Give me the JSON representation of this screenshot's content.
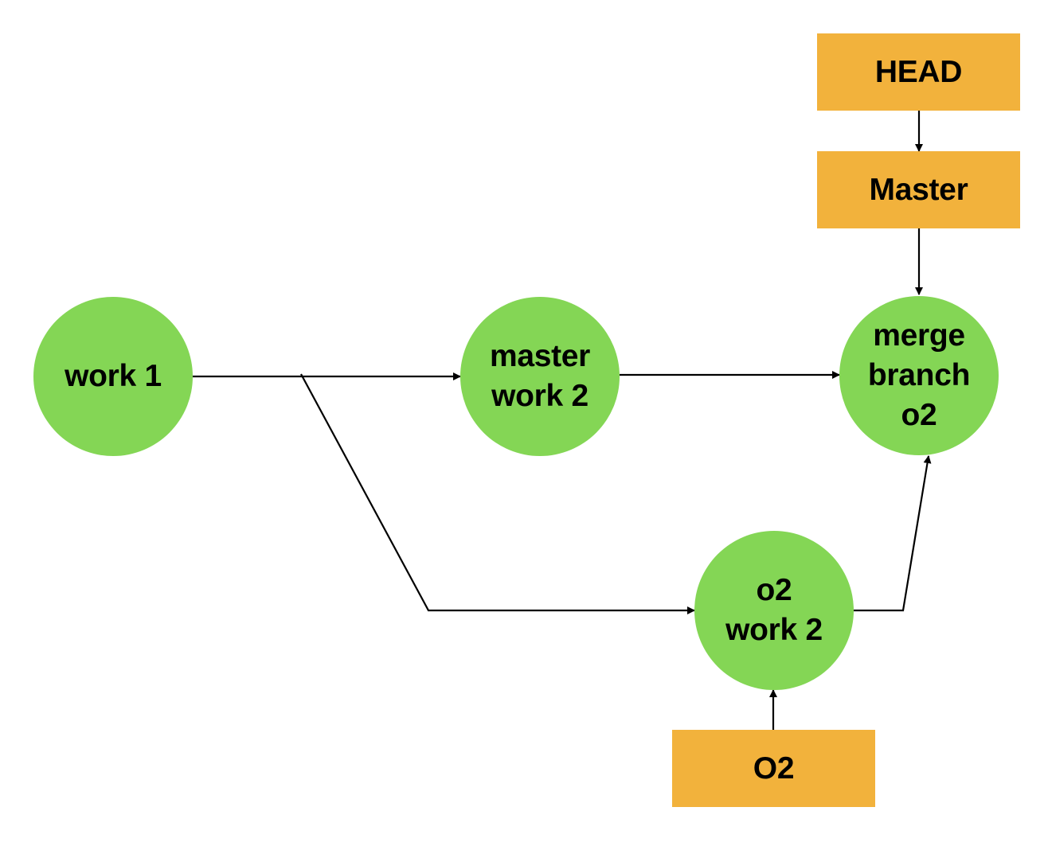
{
  "colors": {
    "commit": "#84d655",
    "ref": "#f2b23c",
    "line": "#000000",
    "text": "#000000"
  },
  "commits": {
    "work1": "work 1",
    "master_work2": "master\nwork 2",
    "merge": "merge\nbranch\no2",
    "o2_work2": "o2\nwork 2"
  },
  "refs": {
    "head": "HEAD",
    "master": "Master",
    "o2": "O2"
  }
}
